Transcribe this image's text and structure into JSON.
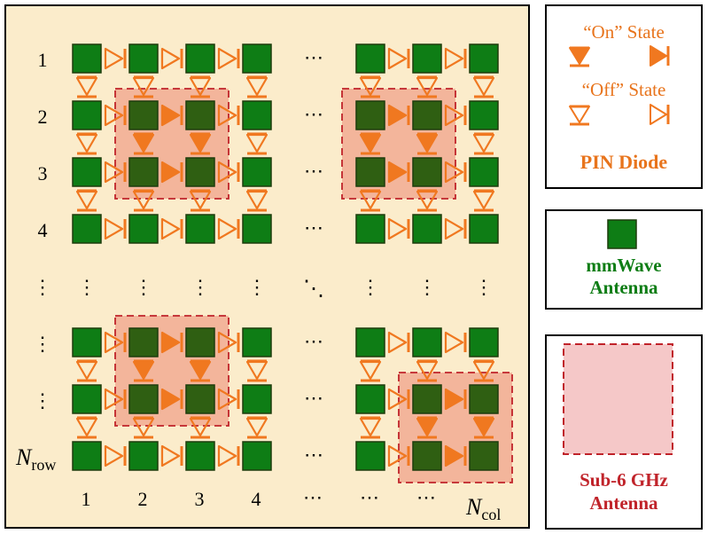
{
  "array": {
    "row_labels": [
      "1",
      "2",
      "3",
      "4",
      "⋮",
      "⋮",
      "⋮"
    ],
    "row_label_last_base": "N",
    "row_label_last_sub": "row",
    "col_labels": [
      "1",
      "2",
      "3",
      "4",
      "⋯",
      "⋯",
      "⋯"
    ],
    "col_label_last_base": "N",
    "col_label_last_sub": "col",
    "h_ellipsis": "⋯",
    "v_ellipsis": "⋮",
    "diag_ellipsis": "⋱"
  },
  "legend_diode": {
    "on_state": "“On” State",
    "off_state": "“Off” State",
    "title": "PIN Diode"
  },
  "legend_mmwave": {
    "line1": "mmWave",
    "line2": "Antenna"
  },
  "legend_sub6": {
    "line1": "Sub-6 GHz",
    "line2": "Antenna"
  },
  "colors": {
    "panel_background": "#fbeccb",
    "mmwave_green": "#0e7d15",
    "mmwave_dark": "#2f5f12",
    "diode_orange": "#f07820",
    "sub6_fill": "#f0a088",
    "sub6_border": "#c0232a",
    "text_orange": "#e8741c",
    "text_green": "#0e7d15",
    "text_red": "#c0232a"
  }
}
